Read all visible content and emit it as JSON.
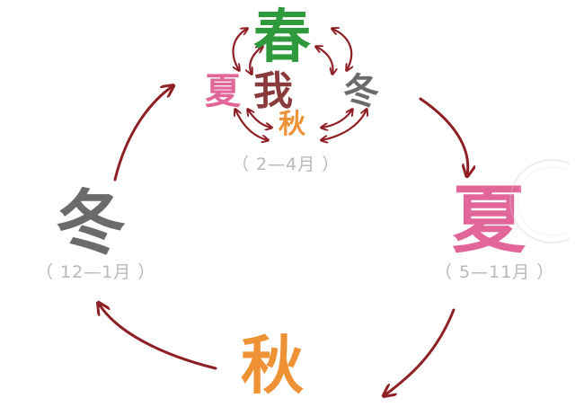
{
  "center": {
    "spring": "春",
    "summer": "夏",
    "self": "我",
    "winter": "冬",
    "autumn": "秋",
    "range": "（ 2—4月 ）"
  },
  "outer": {
    "summer": "夏",
    "summer_range": "（ 5—11月 ）",
    "autumn": "秋",
    "winter": "冬",
    "winter_range": "（ 12—1月 ）"
  },
  "colors": {
    "spring": "#2e9a3c",
    "summer": "#e2669a",
    "autumn": "#ef9236",
    "winter": "#6b6b6b",
    "self": "#8a3a3a",
    "arrow": "#8e1f24"
  }
}
